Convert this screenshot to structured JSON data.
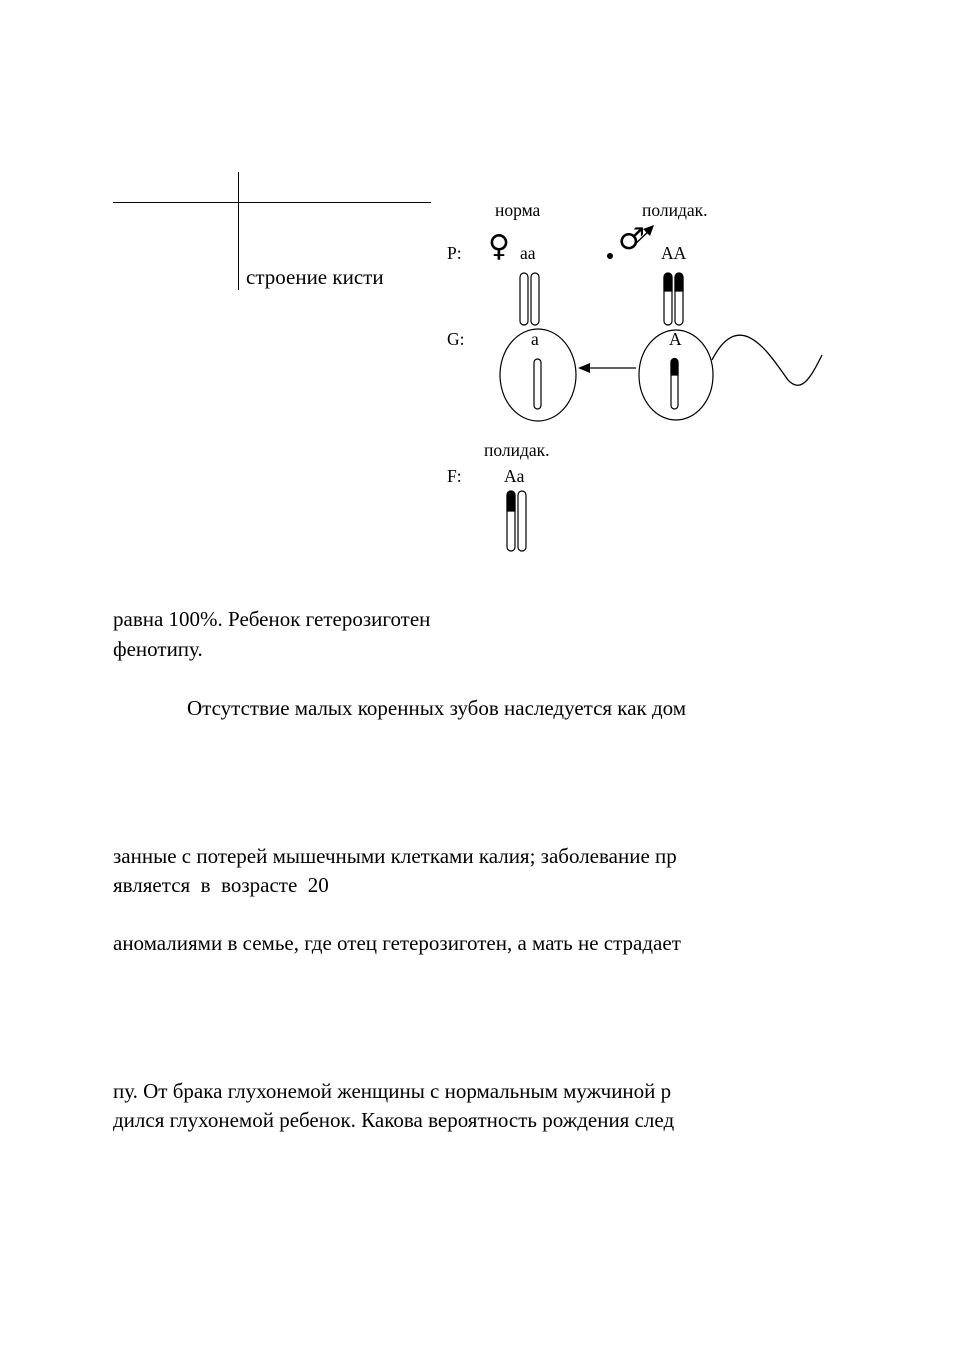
{
  "table_fragment": {
    "cell_label": "строение кисти"
  },
  "cross_diagram": {
    "row_labels": {
      "parents": "P:",
      "gametes": "G:",
      "offspring": "F:"
    },
    "female": {
      "phenotype": "норма",
      "genotype": "aa",
      "sex_symbol": "♀"
    },
    "male": {
      "phenotype": "полидак.",
      "genotype": "AA",
      "sex_symbol": "♂"
    },
    "egg_gamete": {
      "allele": "a"
    },
    "sperm_gamete": {
      "allele": "A"
    },
    "child": {
      "phenotype": "полидак.",
      "genotype": "Aa"
    }
  },
  "text_lines": [
    "равна 100%. Ребенок гетерозиготен",
    "фенотипу.",
    "Отсутствие малых коренных зубов наследуется как дом",
    "занные с потерей мышечными клетками калия; заболевание пр",
    "является  в  возрасте  20",
    "аномалиями в семье, где отец гетерозиготен, а мать не страдает",
    "пу. От брака глухонемой женщины с нормальным мужчиной р",
    "дился глухонемой ребенок. Какова вероятность рождения след"
  ]
}
